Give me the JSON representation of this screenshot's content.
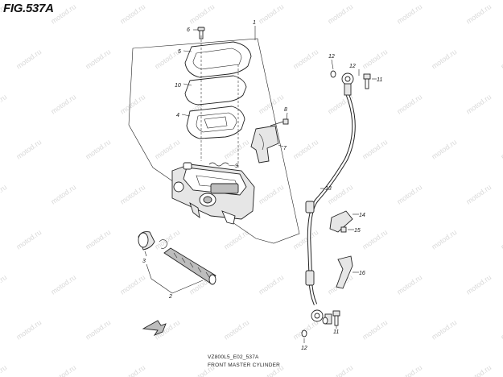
{
  "figure": {
    "title": "FIG.537A",
    "code": "VZ800L5_E02_537A",
    "caption": "FRONT MASTER CYLINDER"
  },
  "watermark": {
    "text": "motod.ru"
  },
  "callouts": [
    {
      "id": "c1",
      "text": "1"
    },
    {
      "id": "c2",
      "text": "2"
    },
    {
      "id": "c3",
      "text": "3"
    },
    {
      "id": "c4",
      "text": "4"
    },
    {
      "id": "c5",
      "text": "5"
    },
    {
      "id": "c6",
      "text": "6"
    },
    {
      "id": "c7",
      "text": "7"
    },
    {
      "id": "c8",
      "text": "8"
    },
    {
      "id": "c9",
      "text": "9"
    },
    {
      "id": "c10",
      "text": "10"
    },
    {
      "id": "c11a",
      "text": "11"
    },
    {
      "id": "c11b",
      "text": "11"
    },
    {
      "id": "c12a",
      "text": "12"
    },
    {
      "id": "c12b",
      "text": "12"
    },
    {
      "id": "c12c",
      "text": "12"
    },
    {
      "id": "c13",
      "text": "13"
    },
    {
      "id": "c14",
      "text": "14"
    },
    {
      "id": "c15",
      "text": "15"
    },
    {
      "id": "c16",
      "text": "16"
    }
  ],
  "colors": {
    "line": "#222222",
    "watermark": "#d9d9d9"
  }
}
